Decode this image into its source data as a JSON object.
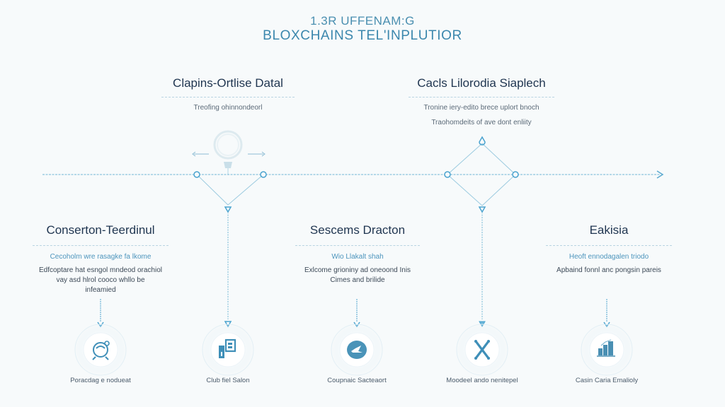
{
  "header": {
    "subtitle": "1.3R UFFENAM:G",
    "title": "BLOXCHAINS TEL'INPLUTIOR"
  },
  "colors": {
    "background": "#f7fafb",
    "accent": "#3b9cc8",
    "accent_light": "#bcdcea",
    "heading": "#1f3550",
    "text_blue": "#4d95bd"
  },
  "upper_stages": [
    {
      "title": "Clapins-Ortlise Datal",
      "lines": [
        "Treofing ohinnondeorl"
      ]
    },
    {
      "title": "Cacls Lilorodia Siaplech",
      "lines": [
        "Tronine iery-edito brece uplort bnoch",
        "Traohomdeits of ave dont enliity"
      ]
    }
  ],
  "lower_stages": [
    {
      "title": "Conserton-Teerdinul",
      "highlight": "Cecoholm wre rasagke fa lkome",
      "lines": [
        "Edfcoptare hat esngol mndeod orachiol",
        "vay asd hlrol cooco whllo be",
        "infeamied"
      ]
    },
    {
      "title": "Sescems Dracton",
      "highlight": "Wio Llakalt shah",
      "lines": [
        "Exlcome grioniny ad oneoond Inis",
        "Cimes and brilide"
      ]
    },
    {
      "title": "Eakisia",
      "highlight": "Heoft ennodagalen triodo",
      "lines": [
        "Apbaind fonnl anc pongsin pareis"
      ]
    }
  ],
  "nodes": [
    {
      "label": "Poracdag e nodueat",
      "icon": "robot-head-icon"
    },
    {
      "label": "Club fiel Salon",
      "icon": "document-blocks-icon"
    },
    {
      "label": "Coupnaic Sacteaort",
      "icon": "bird-badge-icon"
    },
    {
      "label": "Moodeel ando nenitepel",
      "icon": "crossed-chain-icon"
    },
    {
      "label": "Casin Caria Emalioly",
      "icon": "bar-chart-icon"
    }
  ]
}
